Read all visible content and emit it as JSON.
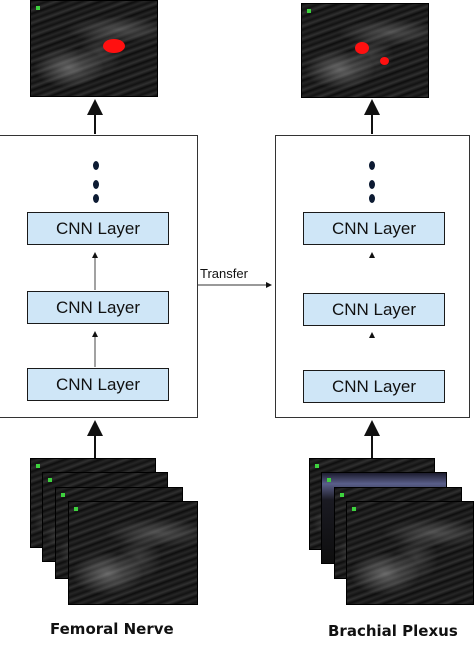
{
  "left": {
    "caption": "Femoral Nerve",
    "layers": [
      "CNN Layer",
      "CNN Layer",
      "CNN Layer"
    ]
  },
  "right": {
    "caption": "Brachial Plexus",
    "layers": [
      "CNN Layer",
      "CNN Layer",
      "CNN Layer"
    ]
  },
  "transfer_label": "Transfer",
  "colors": {
    "layer_fill": "#cfe6f7",
    "segmentation": "#ff1010",
    "dots": "#0d1b33"
  }
}
